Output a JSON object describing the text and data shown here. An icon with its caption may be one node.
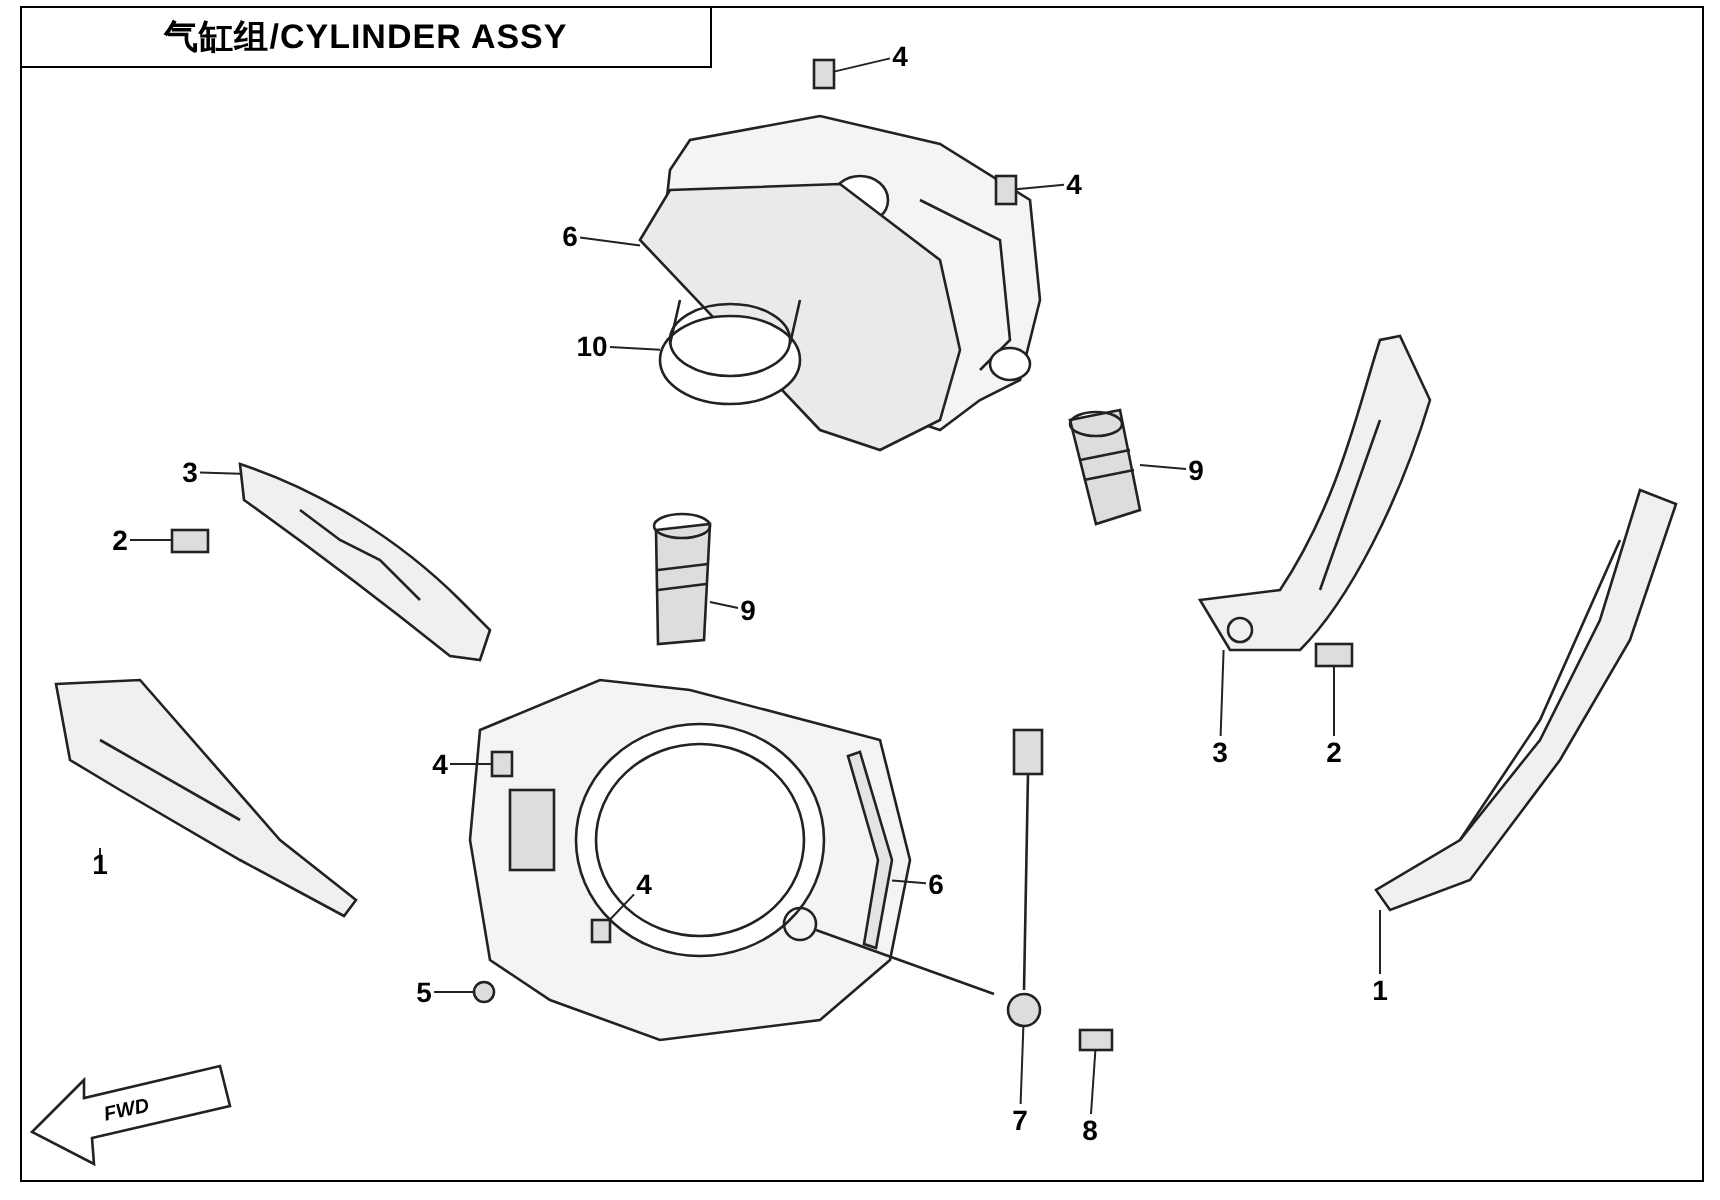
{
  "diagram": {
    "title": "气缸组/CYLINDER ASSY",
    "nodes": [
      {
        "text": [
          "4"
        ]
      },
      {
        "text": [
          "4"
        ]
      },
      {
        "text": [
          "6"
        ]
      },
      {
        "text": [
          "10"
        ]
      },
      {
        "text": [
          "9"
        ]
      },
      {
        "text": [
          "3"
        ]
      },
      {
        "text": [
          "2"
        ]
      },
      {
        "text": [
          "9"
        ]
      },
      {
        "text": [
          "3"
        ]
      },
      {
        "text": [
          "2"
        ]
      },
      {
        "text": [
          "1"
        ]
      },
      {
        "text": [
          "4"
        ]
      },
      {
        "text": [
          "4"
        ]
      },
      {
        "text": [
          "6"
        ]
      },
      {
        "text": [
          "5"
        ]
      },
      {
        "text": [
          "7"
        ]
      },
      {
        "text": [
          "8"
        ]
      },
      {
        "text": [
          "1"
        ]
      },
      {
        "text": [],
        "shape": "box"
      },
      {
        "text": [],
        "shape": "box"
      },
      {
        "text": [],
        "shape": "picture"
      },
      {
        "text": [],
        "shape": "picture"
      },
      {
        "text": [],
        "shape": "picture"
      },
      {
        "text": [],
        "shape": "picture"
      },
      {
        "text": [],
        "shape": "box"
      },
      {
        "text": [],
        "shape": "picture"
      },
      {
        "text": [],
        "shape": "picture"
      },
      {
        "text": [],
        "shape": "picture"
      },
      {
        "text": [],
        "shape": "picture"
      },
      {
        "text": [],
        "shape": "box"
      },
      {
        "text": [],
        "shape": "box"
      },
      {
        "text": [],
        "shape": "picture"
      },
      {
        "text": [],
        "shape": "circle"
      },
      {
        "text": [],
        "shape": "picture"
      },
      {
        "text": [],
        "shape": "box"
      },
      {
        "text": [],
        "shape": "picture"
      }
    ],
    "edges": [
      {
        "from": 0,
        "to": 18,
        "arrow": "none"
      },
      {
        "from": 1,
        "to": 19,
        "arrow": "none"
      },
      {
        "from": 2,
        "to": 20,
        "arrow": "none"
      },
      {
        "from": 3,
        "to": 21,
        "arrow": "none"
      },
      {
        "from": 4,
        "to": 22,
        "arrow": "none"
      },
      {
        "from": 5,
        "to": 23,
        "arrow": "none"
      },
      {
        "from": 6,
        "to": 24,
        "arrow": "none"
      },
      {
        "from": 7,
        "to": 25,
        "arrow": "none"
      },
      {
        "from": 8,
        "to": 26,
        "arrow": "none"
      },
      {
        "from": 9,
        "to": 27,
        "arrow": "none"
      },
      {
        "from": 10,
        "to": 28,
        "arrow": "none"
      },
      {
        "from": 11,
        "to": 29,
        "arrow": "none"
      },
      {
        "from": 12,
        "to": 30,
        "arrow": "none"
      },
      {
        "from": 13,
        "to": 31,
        "arrow": "none"
      },
      {
        "from": 14,
        "to": 32,
        "arrow": "none"
      },
      {
        "from": 15,
        "to": 33,
        "arrow": "none"
      },
      {
        "from": 16,
        "to": 34,
        "arrow": "none"
      },
      {
        "from": 17,
        "to": 35,
        "arrow": "none"
      }
    ],
    "labels": [
      "FWD"
    ]
  }
}
